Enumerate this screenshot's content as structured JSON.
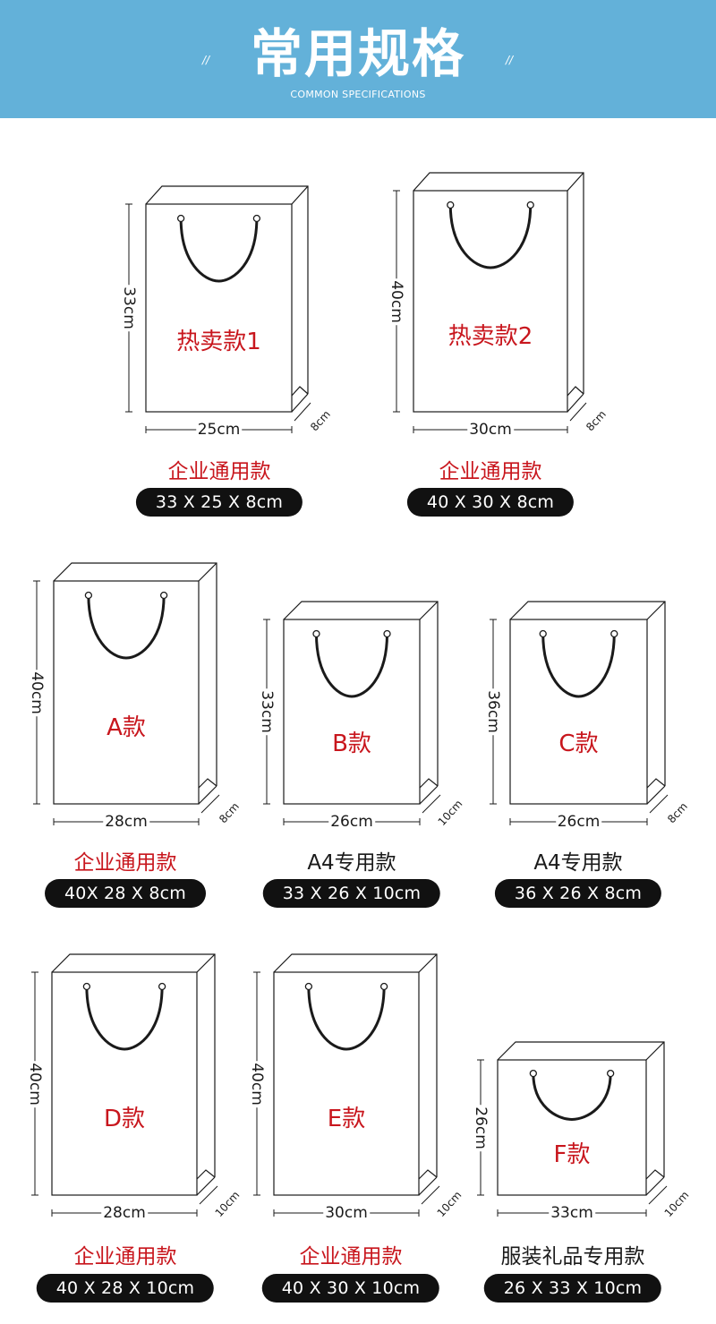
{
  "header": {
    "title": "常用规格",
    "subtitle": "COMMON SPECIFICATIONS",
    "deco": "//"
  },
  "colors": {
    "banner": "#63b1d9",
    "accent_red": "#c8161d",
    "pill": "#111111"
  },
  "bags": [
    {
      "label": "热卖款1",
      "height_label": "33cm",
      "width_label": "25cm",
      "depth_label": "8cm",
      "caption": "企业通用款",
      "caption_color": "red",
      "spec": "33 X 25 X 8cm"
    },
    {
      "label": "热卖款2",
      "height_label": "40cm",
      "width_label": "30cm",
      "depth_label": "8cm",
      "caption": "企业通用款",
      "caption_color": "red",
      "spec": "40 X 30 X 8cm"
    },
    {
      "label": "A款",
      "height_label": "40cm",
      "width_label": "28cm",
      "depth_label": "8cm",
      "caption": "企业通用款",
      "caption_color": "red",
      "spec": "40X 28 X 8cm"
    },
    {
      "label": "B款",
      "height_label": "33cm",
      "width_label": "26cm",
      "depth_label": "10cm",
      "caption": "A4专用款",
      "caption_color": "black",
      "spec": "33 X 26 X 10cm"
    },
    {
      "label": "C款",
      "height_label": "36cm",
      "width_label": "26cm",
      "depth_label": "8cm",
      "caption": "A4专用款",
      "caption_color": "black",
      "spec": "36 X 26 X 8cm"
    },
    {
      "label": "D款",
      "height_label": "40cm",
      "width_label": "28cm",
      "depth_label": "10cm",
      "caption": "企业通用款",
      "caption_color": "red",
      "spec": "40 X 28 X 10cm"
    },
    {
      "label": "E款",
      "height_label": "40cm",
      "width_label": "30cm",
      "depth_label": "10cm",
      "caption": "企业通用款",
      "caption_color": "red",
      "spec": "40 X 30 X 10cm"
    },
    {
      "label": "F款",
      "height_label": "26cm",
      "width_label": "33cm",
      "depth_label": "10cm",
      "caption": "服装礼品专用款",
      "caption_color": "black",
      "spec": "26 X 33 X 10cm"
    }
  ]
}
